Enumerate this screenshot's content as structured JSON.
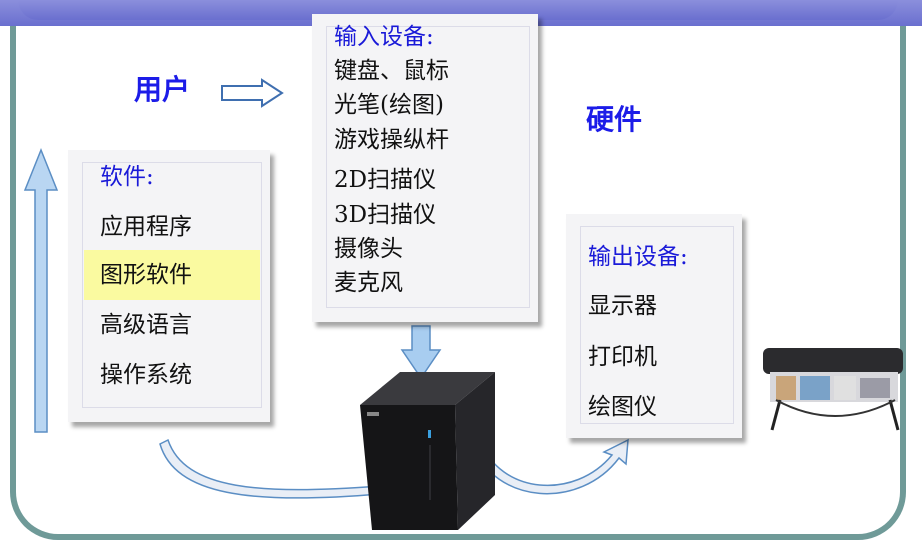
{
  "labels": {
    "user": "用户",
    "hardware": "硬件"
  },
  "software_box": {
    "heading": "软件:",
    "items": [
      "应用程序",
      "图形软件",
      "高级语言",
      "操作系统"
    ]
  },
  "input_box": {
    "heading": "输入设备:",
    "items": [
      "键盘、鼠标",
      "光笔(绘图)",
      "游戏操纵杆",
      "2D扫描仪",
      "3D扫描仪",
      "摄像头",
      "麦克风"
    ]
  },
  "output_box": {
    "heading": "输出设备:",
    "items": [
      "显示器",
      "打印机",
      "绘图仪"
    ]
  },
  "colors": {
    "heading_text": "#1a1ad8",
    "label_text": "#1c1ce8",
    "highlight": "#fafaa0",
    "arrow_fill": "#a8cdf0",
    "frame": "#6f9a98",
    "banner": "#7a7ed6"
  }
}
